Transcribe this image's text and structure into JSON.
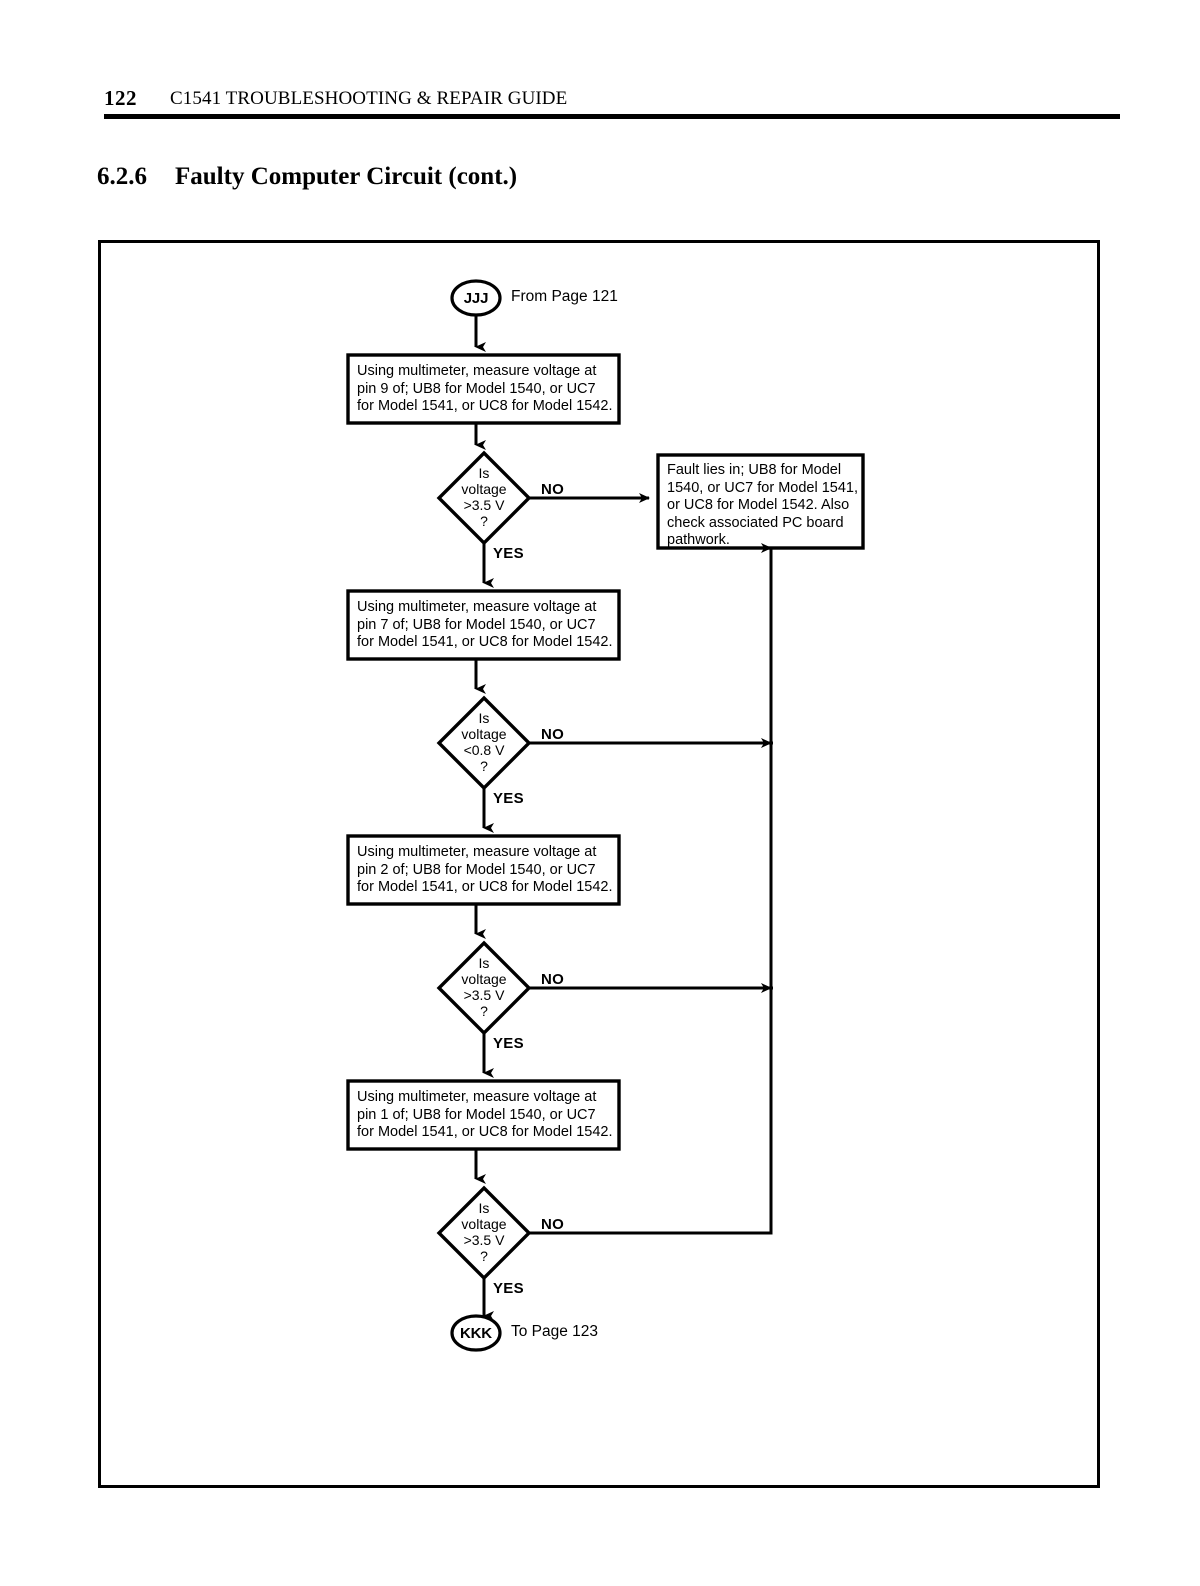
{
  "header": {
    "page_number": "122",
    "title": "C1541 TROUBLESHOOTING & REPAIR GUIDE"
  },
  "section": {
    "number": "6.2.6",
    "title": "Faulty Computer Circuit (cont.)"
  },
  "flowchart": {
    "entry_connector": {
      "tag": "JJJ",
      "label": "From Page 121"
    },
    "exit_connector": {
      "tag": "KKK",
      "label": "To Page 123"
    },
    "steps": [
      {
        "process": "Using multimeter, measure voltage at\npin 9 of; UB8 for Model 1540, or UC7\nfor Model 1541, or UC8 for Model 1542.",
        "decision": "Is\nvoltage\n>3.5 V\n?",
        "yes_label": "YES",
        "no_label": "NO"
      },
      {
        "process": "Using multimeter, measure voltage at\npin 7 of; UB8 for Model 1540, or UC7\nfor Model 1541, or UC8 for Model 1542.",
        "decision": "Is\nvoltage\n<0.8 V\n?",
        "yes_label": "YES",
        "no_label": "NO"
      },
      {
        "process": "Using multimeter, measure voltage at\npin 2 of; UB8 for Model 1540, or UC7\nfor Model 1541, or UC8 for Model 1542.",
        "decision": "Is\nvoltage\n>3.5 V\n?",
        "yes_label": "YES",
        "no_label": "NO"
      },
      {
        "process": "Using multimeter, measure voltage at\npin 1 of; UB8 for Model 1540, or UC7\nfor Model 1541, or UC8 for Model 1542.",
        "decision": "Is\nvoltage\n>3.5 V\n?",
        "yes_label": "YES",
        "no_label": "NO"
      }
    ],
    "fault_box": "Fault lies in; UB8 for Model\n1540, or UC7 for Model 1541,\nor UC8 for Model 1542.  Also\ncheck associated PC board\npathwork."
  },
  "colors": {
    "ink": "#000000",
    "paper": "#ffffff"
  }
}
